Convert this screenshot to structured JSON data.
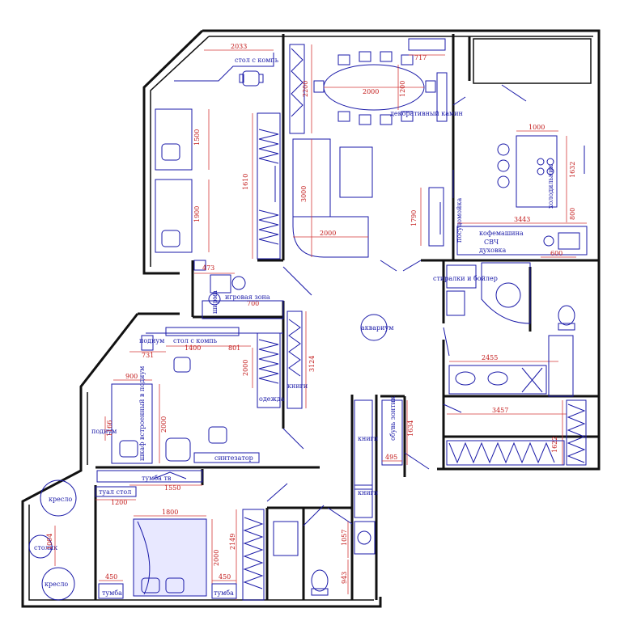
{
  "labels": {
    "desk_computer_top": "стол с компь",
    "dining_fireplace": "декоративный камин",
    "armchair_top": "игровая зона",
    "aquarium": "аквариум",
    "desk_computer_mid": "стол с компь",
    "wardrobe": "одежда",
    "books_mid": "книги",
    "synth": "синтезатор",
    "built_in_cabinet": "шкаф встроенный в подиум",
    "dressing": "тумба тв",
    "bed_table": "туал стол",
    "armchair_left_top": "кресло",
    "table_left": "столик",
    "armchair_left_bottom": "кресло",
    "stand_left": "тумба",
    "stand_right": "тумба",
    "books_corridor_1": "книги",
    "books_corridor_2": "книги",
    "shoes": "обувь зонтик",
    "washer_dryer": "стиралки и бойлер",
    "microwave": "СВЧ",
    "oven": "духовка",
    "cooktop": "кофемашина",
    "fridge": "холодильник",
    "dishwasher": "посудомойка",
    "podium": "подиум",
    "storage_small": "ширма"
  },
  "dimensions": {
    "d2033": "2033",
    "d717": "717",
    "d2200": "2200",
    "d2000_dining": "2000",
    "d1200": "1200",
    "d1500": "1500",
    "d1610": "1610",
    "d1900": "1900",
    "d3000": "3000",
    "d2000_sofa": "2000",
    "d1000": "1000",
    "d1632": "1632",
    "d800": "800",
    "d3443": "3443",
    "d600": "600",
    "d1790": "1790",
    "d473": "473",
    "d700": "700",
    "d1400": "1400",
    "d801": "801",
    "d731": "731",
    "d3124": "3124",
    "d2000_mid": "2000",
    "d900": "900",
    "d1166": "1166",
    "d2000_pod": "2000",
    "d1550": "1550",
    "d1200_b": "1200",
    "d1800": "1800",
    "d2149": "2149",
    "d2000_bed": "2000",
    "d1004": "1004",
    "d450_a": "450",
    "d450_b": "450",
    "d2455": "2455",
    "d3457": "3457",
    "d1622": "1622",
    "d1634": "1634",
    "d495": "495",
    "d1057": "1057",
    "d943": "943"
  }
}
